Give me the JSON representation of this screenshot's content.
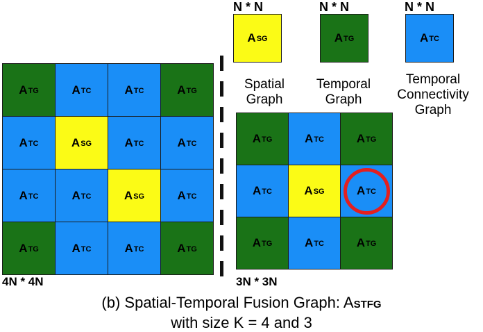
{
  "colors": {
    "green": "#1a7317",
    "blue": "#1a8ef7",
    "yellow": "#fbfb16",
    "highlight_circle": "#e41f1f"
  },
  "legend": [
    {
      "size_label": "N * N",
      "main": "A",
      "sub": "SG",
      "color": "yellow",
      "label_lines": [
        "Spatial",
        "Graph"
      ]
    },
    {
      "size_label": "N * N",
      "main": "A",
      "sub": "TG",
      "color": "green",
      "label_lines": [
        "Temporal",
        "Graph"
      ]
    },
    {
      "size_label": "N * N",
      "main": "A",
      "sub": "TC",
      "color": "blue",
      "label_lines": [
        "Temporal",
        "Connectivity",
        "Graph"
      ]
    }
  ],
  "grid4": {
    "size_label": "4N * 4N",
    "cells": [
      [
        "TG",
        "TC",
        "TC",
        "TG"
      ],
      [
        "TC",
        "SG",
        "TC",
        "TC"
      ],
      [
        "TC",
        "TC",
        "SG",
        "TC"
      ],
      [
        "TG",
        "TC",
        "TC",
        "TG"
      ]
    ]
  },
  "grid3": {
    "size_label": "3N * 3N",
    "cells": [
      [
        "TG",
        "TC",
        "TG"
      ],
      [
        "TC",
        "SG",
        "TC"
      ],
      [
        "TG",
        "TC",
        "TG"
      ]
    ],
    "highlighted_cell": {
      "row": 1,
      "col": 2
    }
  },
  "cell_main_letter": "A",
  "caption": {
    "line1_prefix": "(b) Spatial-Temporal Fusion Graph: ",
    "line1_symbol_main": "A",
    "line1_symbol_sub": "STFG",
    "line2": "with size K = 4 and 3"
  }
}
